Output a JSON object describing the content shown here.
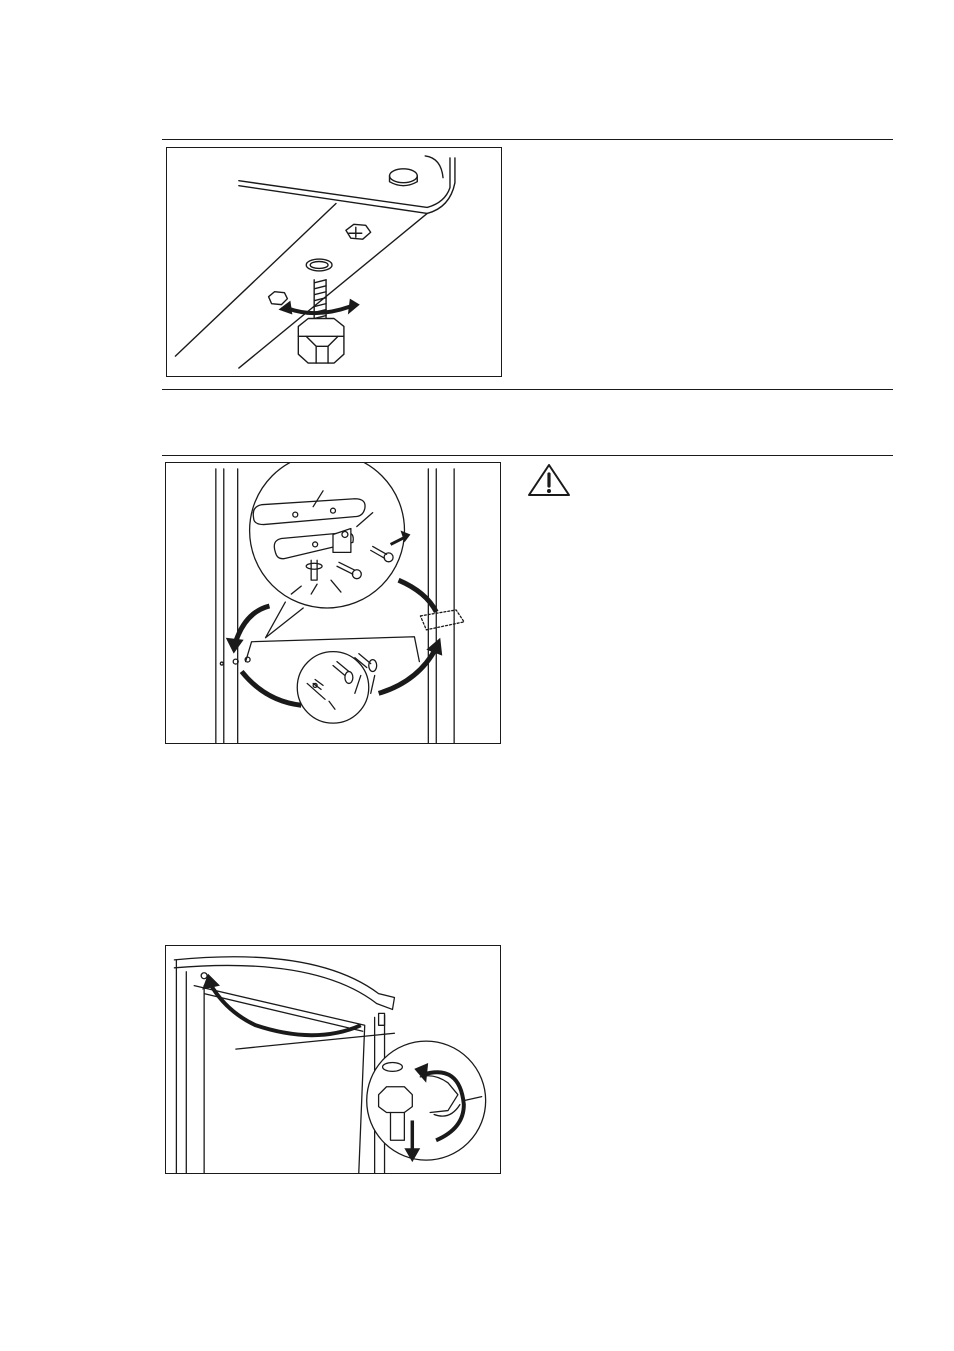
{
  "sections": [
    {
      "figure": "adjustable-foot-illustration",
      "text": ""
    },
    {
      "figure": "door-hinge-bracket-illustration",
      "warning_icon": "warning-triangle-icon",
      "text": ""
    },
    {
      "figure": "top-hinge-pin-illustration",
      "text": ""
    }
  ],
  "colors": {
    "ink": "#1a1a1a",
    "paper": "#ffffff",
    "rule": "#1a1a1a"
  }
}
